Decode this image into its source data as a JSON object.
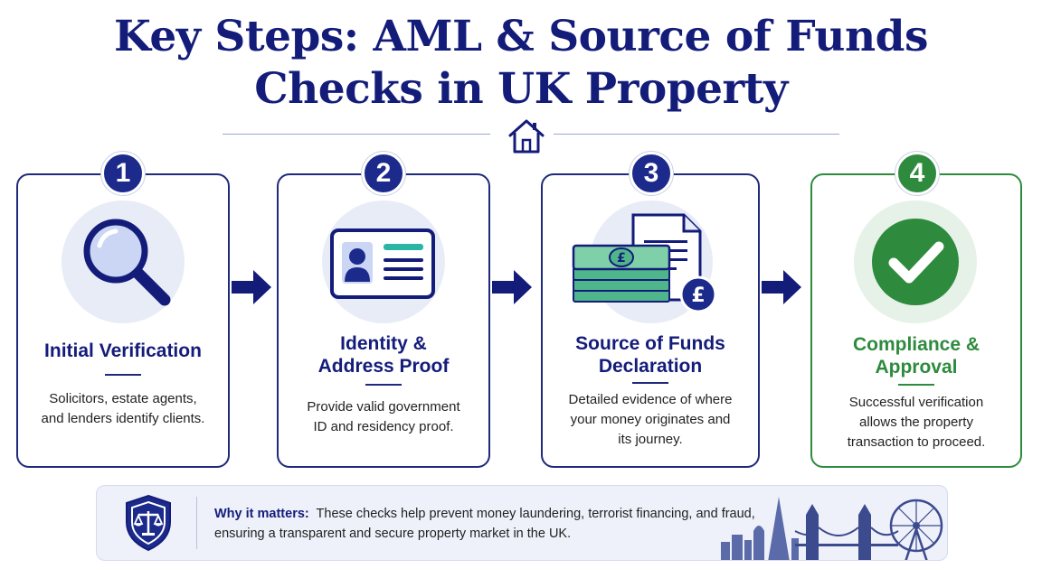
{
  "header": {
    "title_line1": "Key Steps: AML & Source of Funds",
    "title_line2": "Checks in UK Property"
  },
  "steps": [
    {
      "number": "1",
      "title_line1": "Initial Verification",
      "title_line2": "",
      "desc_lines": [
        "Solicitors, estate agents,",
        "and lenders identify clients."
      ],
      "icon": "magnifying-glass-icon"
    },
    {
      "number": "2",
      "title_line1": "Identity &",
      "title_line2": "Address Proof",
      "desc_lines": [
        "Provide valid government",
        "ID and residency proof."
      ],
      "icon": "id-card-icon"
    },
    {
      "number": "3",
      "title_line1": "Source of Funds",
      "title_line2": "Declaration",
      "desc_lines": [
        "Detailed evidence of where",
        "your money originates and",
        "its journey."
      ],
      "icon": "money-document-icon"
    },
    {
      "number": "4",
      "title_line1": "Compliance &",
      "title_line2": "Approval",
      "desc_lines": [
        "Successful verification",
        "allows the property",
        "transaction to proceed."
      ],
      "icon": "checkmark-icon"
    }
  ],
  "footer": {
    "lead": "Why it matters:",
    "text_line1": "These checks help prevent money laundering, terrorist financing, and fraud,",
    "text_line2": "ensuring a transparent and secure property market in the UK."
  },
  "colors": {
    "navy": "#141c7a",
    "green": "#2e8b3e",
    "light_blue": "#e8ecf7",
    "money_green": "#4fb58a"
  }
}
